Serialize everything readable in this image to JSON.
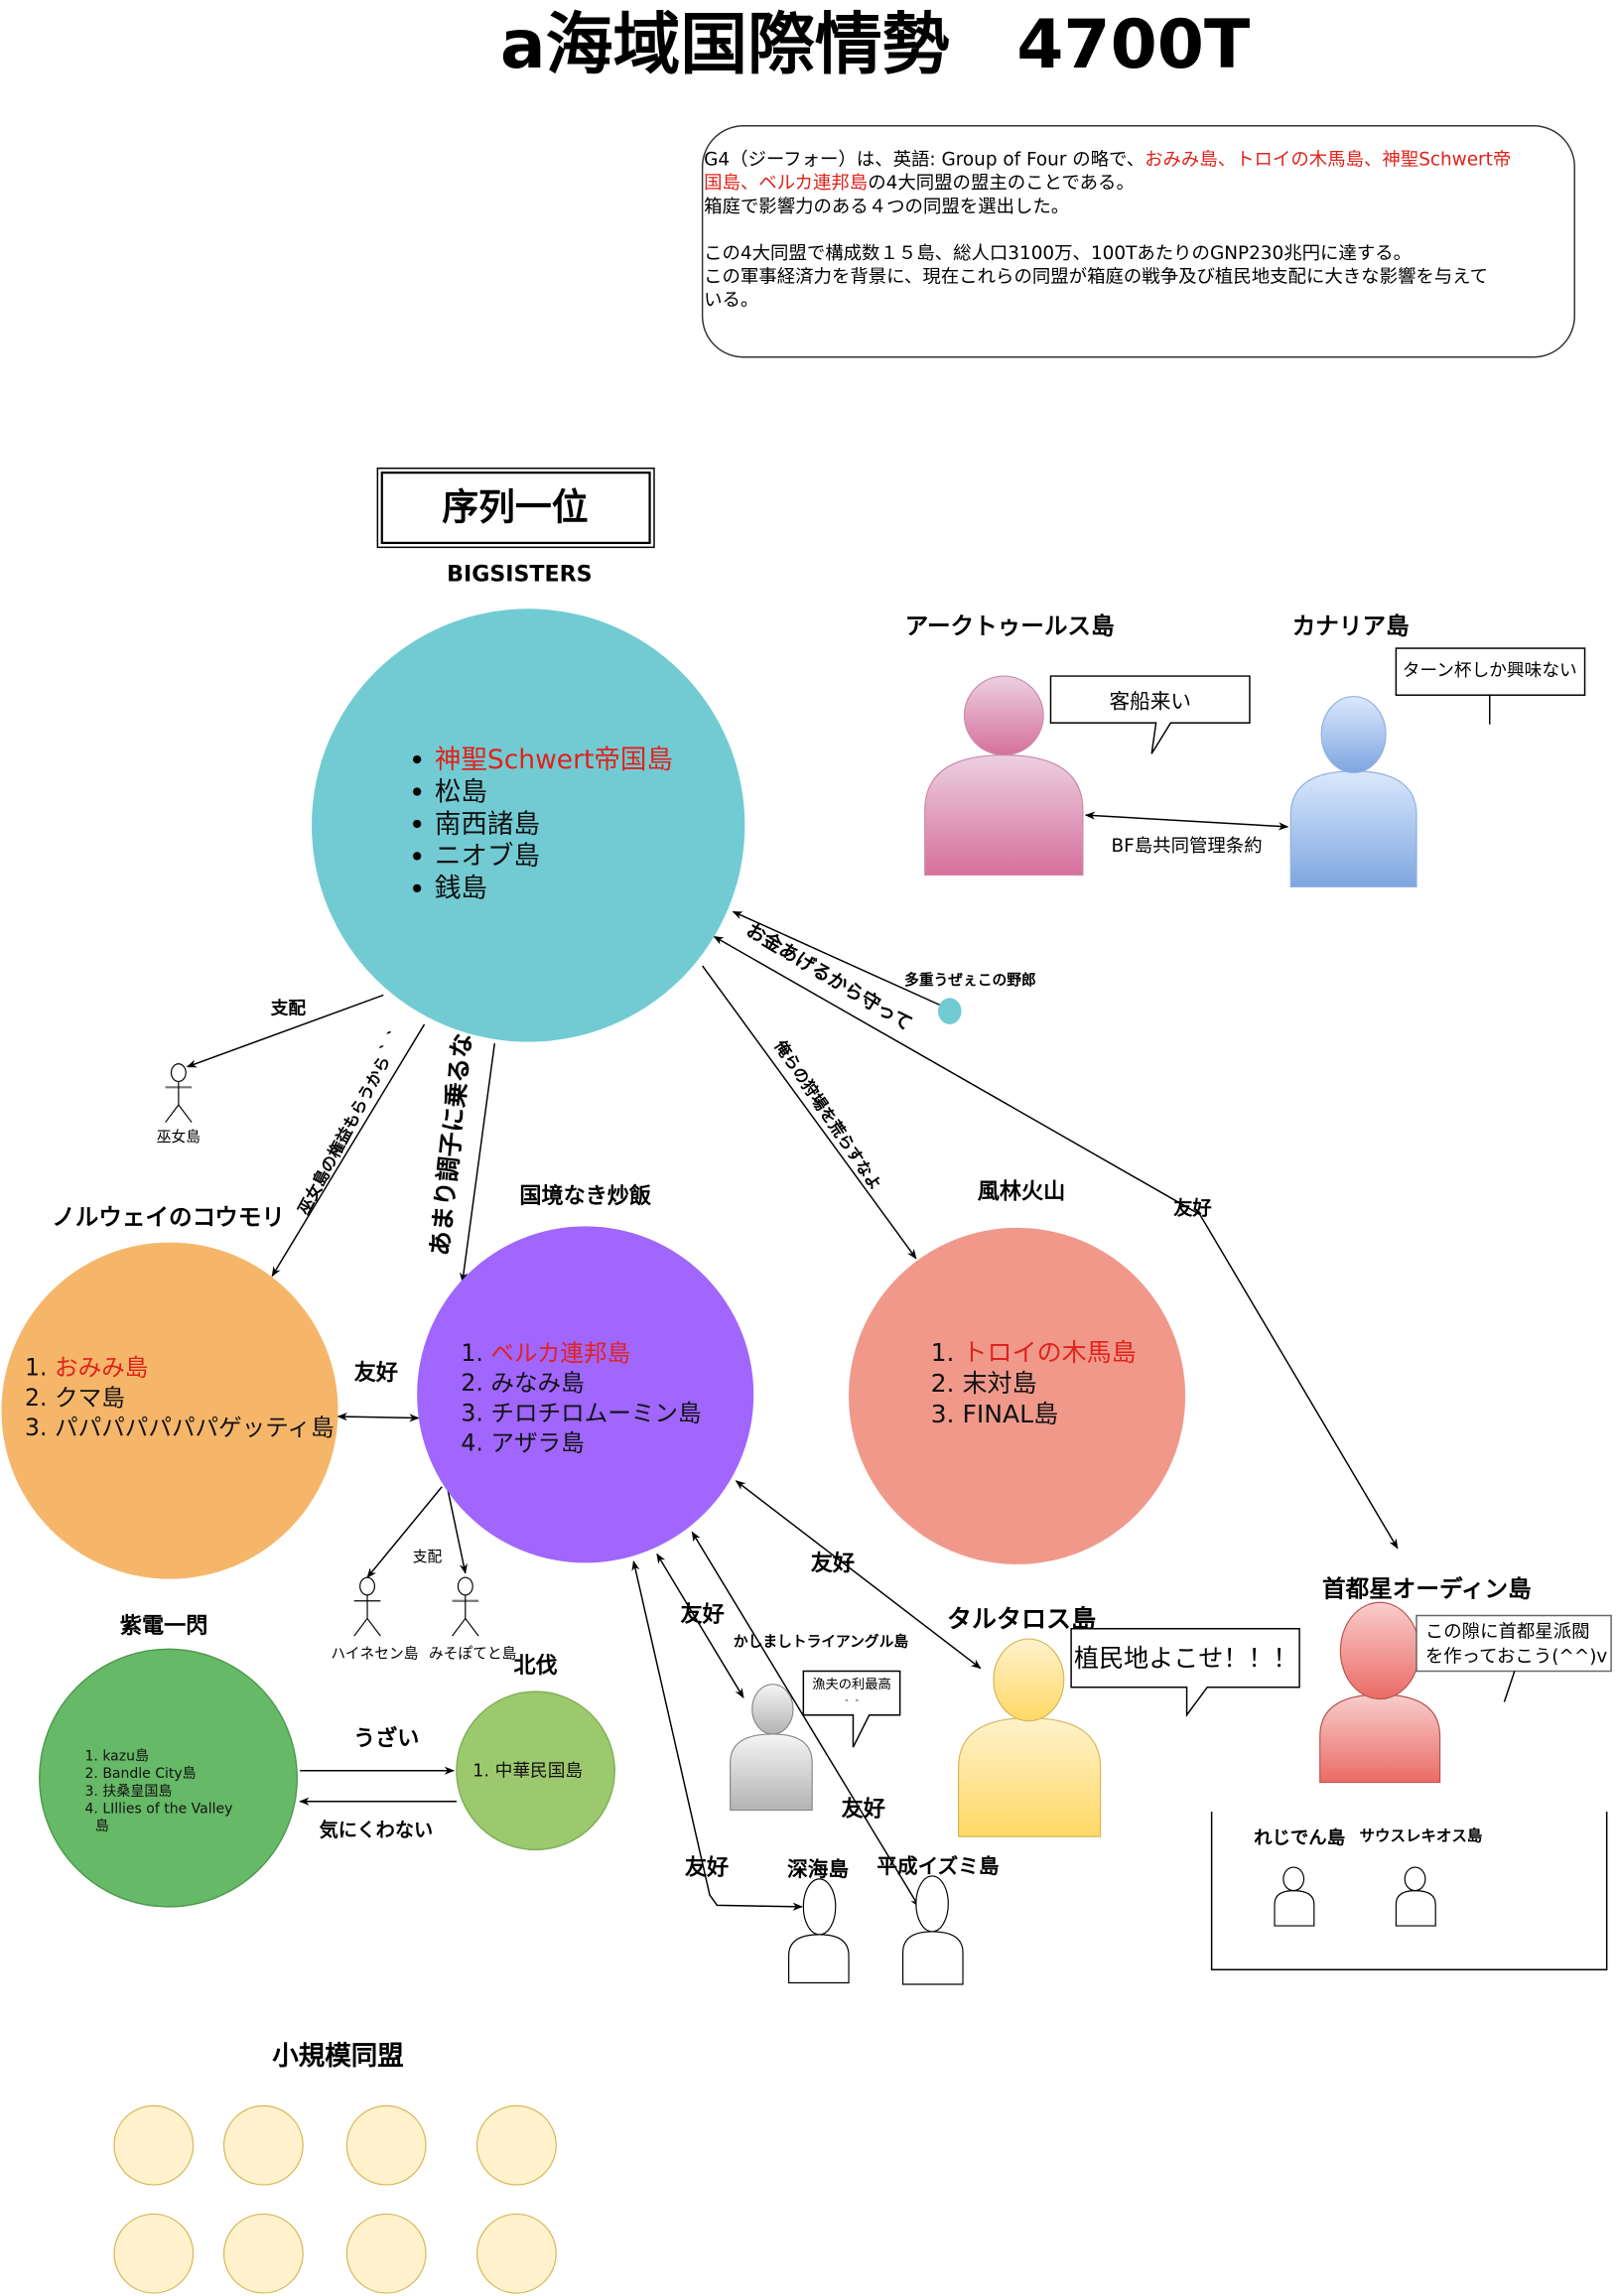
{
  "title": "a海域国際情勢　4700T",
  "info_box": {
    "line1_black": "G4（ジーフォー）は、英語: Group of Four の略で、",
    "line1_red": "おみみ島、トロイの木馬島、神聖Schwert帝",
    "line2_red": "国島、ベルカ連邦島",
    "line2_black": "の4大同盟の盟主のことである。",
    "line3": "箱庭で影響力のある４つの同盟を選出した。",
    "line4": "この4大同盟で構成数１５島、総人口3100万、100TあたりのGNP230兆円に達する。",
    "line5": "この軍事経済力を背景に、現在これらの同盟が箱庭の戦争及び植民地支配に大きな影響を与えて",
    "line6": "いる。"
  },
  "rank_box": "序列一位",
  "colors": {
    "accent_red": "#e0221b",
    "teal": "#72cbd3",
    "orange": "#f5b66a",
    "purple": "#a066fe",
    "salmon": "#f0998b",
    "green_dark": "#66b966",
    "green_light": "#9dc96e",
    "small_alliance": "#fff2cc"
  },
  "alliances": {
    "bigsisters": {
      "name": "BIGSISTERS",
      "members": [
        "神聖Schwert帝国島",
        "松島",
        "南西諸島",
        "ニオブ島",
        "銭島"
      ]
    },
    "norway": {
      "name": "ノルウェイのコウモリ",
      "members": [
        "1. おみみ島",
        "2. クマ島",
        "3. パパパパパパパゲッティ島"
      ]
    },
    "chahan": {
      "name": "国境なき炒飯",
      "members": [
        "1. ベルカ連邦島",
        "2. みなみ島",
        "3. チロチロムーミン島",
        "4. アザラ島"
      ]
    },
    "furin": {
      "name": "風林火山",
      "members": [
        "1. トロイの木馬島",
        "2. 末対島",
        "3. FINAL島"
      ]
    },
    "shiden": {
      "name": "紫電一閃",
      "members": [
        "1. kazu島",
        "2. Bandle City島",
        "3. 扶桑皇国島",
        "4. LIllies of the Valley",
        "島"
      ]
    },
    "hokubatsu": {
      "name": "北伐",
      "members": [
        "1. 中華民国島"
      ]
    },
    "small": {
      "name": "小規模同盟"
    }
  },
  "islands": {
    "arcturus": {
      "name": "アークトゥールス島",
      "speech": "客船来い"
    },
    "canaria": {
      "name": "カナリア島",
      "speech": "ターン杯しか興味ない"
    },
    "miko": "巫女島",
    "heinessen": "ハイネセン島",
    "misopoteto": "みそぽてと島",
    "kashimashi": {
      "name": "かしましトライアングル島",
      "speech1": "漁夫の利最高",
      "speech2": "＾＾"
    },
    "tartaros": {
      "name": "タルタロス島",
      "speech": "植民地よこせ！！！"
    },
    "odin": {
      "name": "首都星オーディン島",
      "speech1": "この隙に首都星派閥",
      "speech2": "を作っておこう(^^)v"
    },
    "shinkai": "深海島",
    "heisei": "平成イズミ島",
    "rejiden": "れじでん島",
    "southlekios": "サウスレキオス島",
    "tajuu": "多重うぜぇこの野郎"
  },
  "relations": {
    "bf_treaty": "BF島共同管理条約",
    "shihai1": "支配",
    "shihai2": "支配",
    "miko_rights": "巫女島の権益もらうから｀｀",
    "choushi": "あまり調子に乗るな",
    "kariba": "俺らの狩場を荒らすなよ",
    "okane": "お金あげるから守って",
    "yuukou_odin": "友好",
    "yuukou_norway": "友好",
    "yuukou_tartaros": "友好",
    "yuukou_kashimashi": "友好",
    "yuukou_heisei": "友好",
    "yuukou_shinkai": "友好",
    "uzai": "うざい",
    "kinikuwanai": "気にくわない"
  }
}
